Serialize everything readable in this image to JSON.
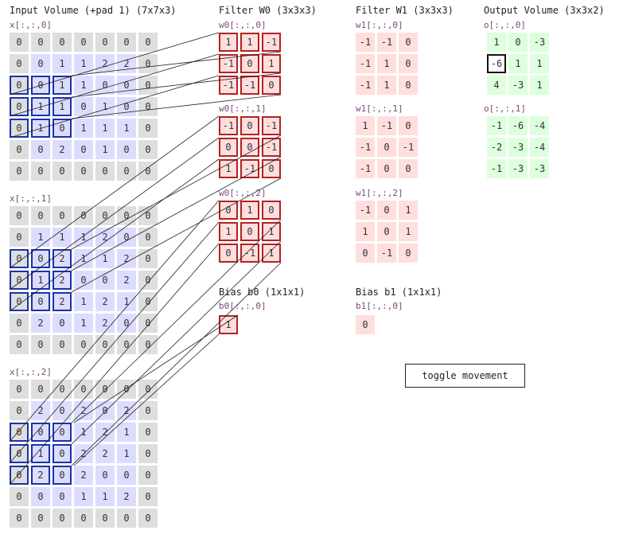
{
  "titles": {
    "input_volume": "Input Volume (+pad 1) (7x7x3)",
    "filter_w0": "Filter W0 (3x3x3)",
    "filter_w1": "Filter W1 (3x3x3)",
    "output_volume": "Output Volume (3x3x2)",
    "bias_b0": "Bias b0 (1x1x1)",
    "bias_b1": "Bias b1 (1x1x1)"
  },
  "input": {
    "slices": [
      {
        "label": "x[:,:,0]",
        "grid": [
          [
            0,
            0,
            0,
            0,
            0,
            0,
            0
          ],
          [
            0,
            0,
            1,
            1,
            2,
            2,
            0
          ],
          [
            0,
            0,
            1,
            1,
            0,
            0,
            0
          ],
          [
            0,
            1,
            1,
            0,
            1,
            0,
            0
          ],
          [
            0,
            1,
            0,
            1,
            1,
            1,
            0
          ],
          [
            0,
            0,
            2,
            0,
            1,
            0,
            0
          ],
          [
            0,
            0,
            0,
            0,
            0,
            0,
            0
          ]
        ]
      },
      {
        "label": "x[:,:,1]",
        "grid": [
          [
            0,
            0,
            0,
            0,
            0,
            0,
            0
          ],
          [
            0,
            1,
            1,
            1,
            2,
            0,
            0
          ],
          [
            0,
            0,
            2,
            1,
            1,
            2,
            0
          ],
          [
            0,
            1,
            2,
            0,
            0,
            2,
            0
          ],
          [
            0,
            0,
            2,
            1,
            2,
            1,
            0
          ],
          [
            0,
            2,
            0,
            1,
            2,
            0,
            0
          ],
          [
            0,
            0,
            0,
            0,
            0,
            0,
            0
          ]
        ]
      },
      {
        "label": "x[:,:,2]",
        "grid": [
          [
            0,
            0,
            0,
            0,
            0,
            0,
            0
          ],
          [
            0,
            2,
            0,
            2,
            0,
            2,
            0
          ],
          [
            0,
            0,
            0,
            1,
            2,
            1,
            0
          ],
          [
            0,
            1,
            0,
            2,
            2,
            1,
            0
          ],
          [
            0,
            2,
            0,
            2,
            0,
            0,
            0
          ],
          [
            0,
            0,
            0,
            1,
            1,
            2,
            0
          ],
          [
            0,
            0,
            0,
            0,
            0,
            0,
            0
          ]
        ]
      }
    ]
  },
  "w0": {
    "slices": [
      {
        "label": "w0[:,:,0]",
        "grid": [
          [
            1,
            1,
            -1
          ],
          [
            -1,
            0,
            1
          ],
          [
            -1,
            -1,
            0
          ]
        ]
      },
      {
        "label": "w0[:,:,1]",
        "grid": [
          [
            -1,
            0,
            -1
          ],
          [
            0,
            0,
            -1
          ],
          [
            1,
            -1,
            0
          ]
        ]
      },
      {
        "label": "w0[:,:,2]",
        "grid": [
          [
            0,
            1,
            0
          ],
          [
            1,
            0,
            1
          ],
          [
            0,
            -1,
            1
          ]
        ]
      }
    ]
  },
  "w1": {
    "slices": [
      {
        "label": "w1[:,:,0]",
        "grid": [
          [
            -1,
            -1,
            0
          ],
          [
            -1,
            1,
            0
          ],
          [
            -1,
            1,
            0
          ]
        ]
      },
      {
        "label": "w1[:,:,1]",
        "grid": [
          [
            1,
            -1,
            0
          ],
          [
            -1,
            0,
            -1
          ],
          [
            -1,
            0,
            0
          ]
        ]
      },
      {
        "label": "w1[:,:,2]",
        "grid": [
          [
            -1,
            0,
            1
          ],
          [
            1,
            0,
            1
          ],
          [
            0,
            -1,
            0
          ]
        ]
      }
    ]
  },
  "b0": {
    "label": "b0[:,:,0]",
    "value": 1
  },
  "b1": {
    "label": "b1[:,:,0]",
    "value": 0
  },
  "output": {
    "slices": [
      {
        "label": "o[:,:,0]",
        "grid": [
          [
            1,
            0,
            -3
          ],
          [
            -6,
            1,
            1
          ],
          [
            4,
            -3,
            1
          ]
        ]
      },
      {
        "label": "o[:,:,1]",
        "grid": [
          [
            -1,
            -6,
            -4
          ],
          [
            -2,
            -3,
            -4
          ],
          [
            -1,
            -3,
            -3
          ]
        ]
      }
    ]
  },
  "highlight": {
    "input_row_start": 2,
    "input_col_start": 0,
    "output_slice": 0,
    "output_row": 1,
    "output_col": 0
  },
  "toggle_button": {
    "label": "toggle movement"
  },
  "colors": {
    "input_cell": "#dcdcff",
    "pad_cell": "#dedede",
    "weight_cell": "#ffdede",
    "output_cell": "#ddffdd",
    "input_highlight": "#1a33a8",
    "weight_highlight": "#b22222"
  }
}
